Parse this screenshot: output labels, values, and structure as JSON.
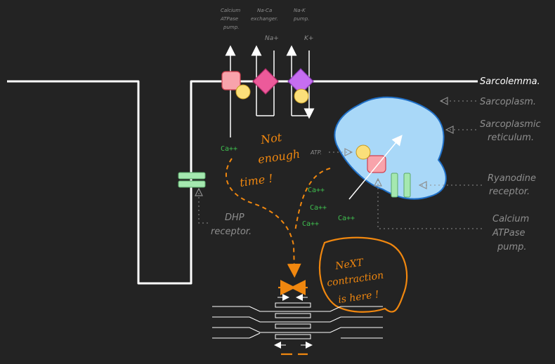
{
  "labels": {
    "sarcolemma": "Sarcolemma.",
    "sarcoplasm": "Sarcoplasm.",
    "sr_line1": "Sarcoplasmic",
    "sr_line2": "reticulum.",
    "ryr_line1": "Ryanodine",
    "ryr_line2": "receptor.",
    "serca_line1": "Calcium",
    "serca_line2": "ATPase",
    "serca_line3": "pump.",
    "dhp_line1": "DHP",
    "dhp_line2": "receptor.",
    "pmca_line1": "Calcium",
    "pmca_line2": "ATPase",
    "pmca_line3": "pump.",
    "ncx_line1": "Na-Ca",
    "ncx_line2": "exchanger.",
    "nak_line1": "Na-K",
    "nak_line2": "pump.",
    "na": "Na+",
    "k": "K+",
    "atp": "ATP."
  },
  "ions": {
    "ca1": "Ca++",
    "ca2": "Ca++",
    "ca3": "Ca++",
    "ca4": "Ca++",
    "ca5": "Ca++"
  },
  "notes": {
    "not_enough_1": "Not",
    "not_enough_2": "enough",
    "not_enough_3": "time !",
    "next_1": "NeXT",
    "next_2": "contraction",
    "next_3": "is here !"
  },
  "colors": {
    "background": "#232323",
    "membrane": "#ffffff",
    "sr_fill": "#a9d8f8",
    "sr_stroke": "#1f6fc7",
    "pump_pink": "#f8a3ab",
    "exchanger_magenta": "#ec5a9a",
    "nak_purple": "#c66ef0",
    "atp_yellow": "#fbdf7a",
    "channel_green": "#a5e8b0",
    "annotation_orange": "#f0870f",
    "calcium_green": "#3fbf4f",
    "label_gray": "#8e8e8e"
  }
}
